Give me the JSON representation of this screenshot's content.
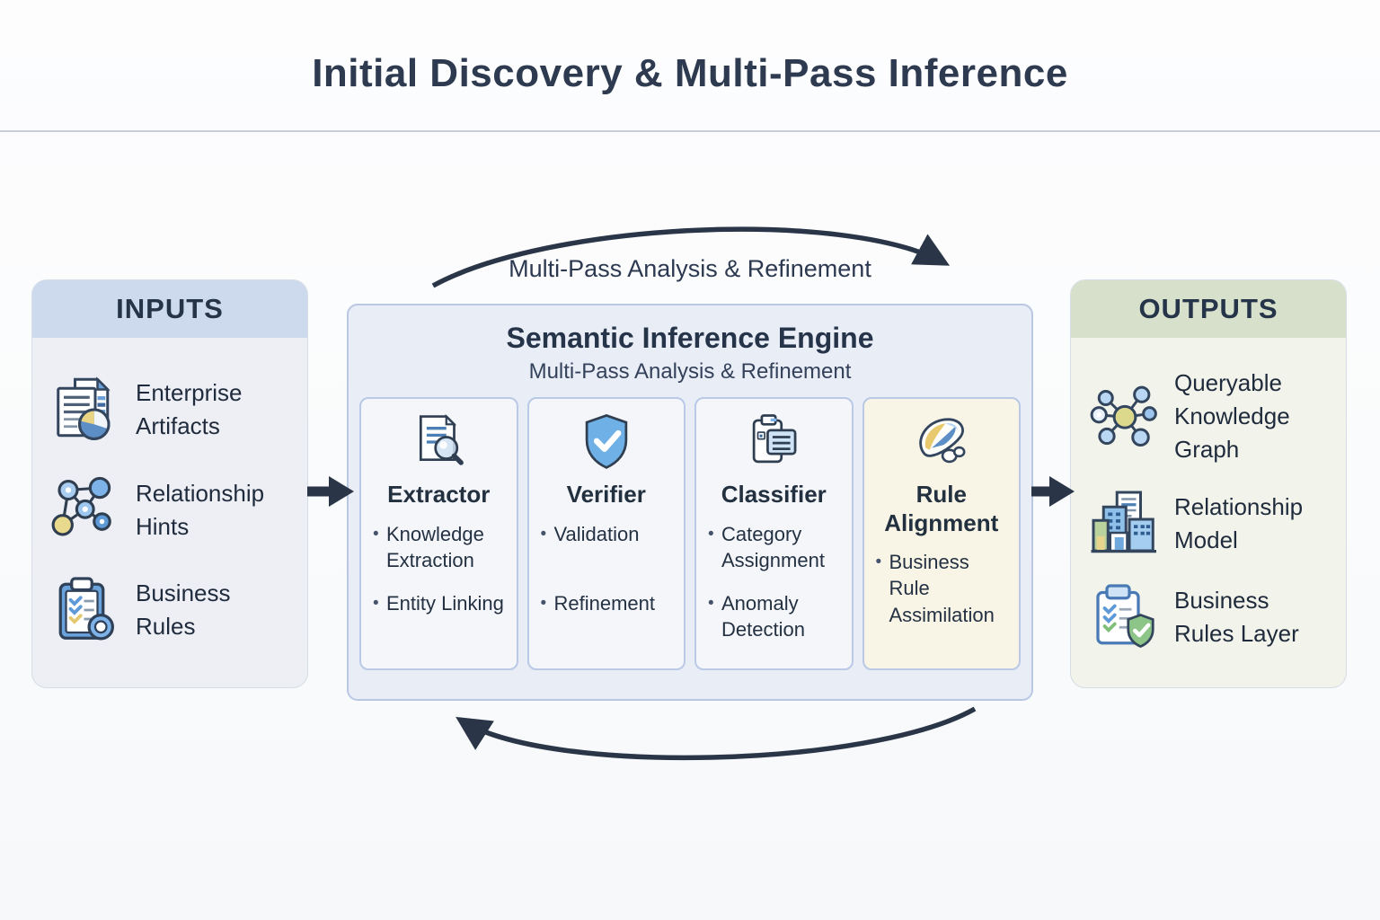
{
  "title": "Initial Discovery & Multi-Pass Inference",
  "cycle": {
    "top_label": "Multi-Pass Analysis & Refinement"
  },
  "inputs": {
    "header": "INPUTS",
    "items": [
      {
        "label": "Enterprise Artifacts",
        "icon": "documents-pie-icon"
      },
      {
        "label": "Relationship Hints",
        "icon": "network-graph-icon"
      },
      {
        "label": "Business Rules",
        "icon": "clipboard-seal-icon"
      }
    ]
  },
  "engine": {
    "title": "Semantic Inference Engine",
    "subtitle": "Multi-Pass Analysis & Refinement",
    "stages": [
      {
        "title": "Extractor",
        "icon": "document-magnifier-icon",
        "bullets": [
          "Knowledge Extraction",
          "Entity Linking"
        ]
      },
      {
        "title": "Verifier",
        "icon": "shield-check-icon",
        "bullets": [
          "Validation",
          "Refinement"
        ]
      },
      {
        "title": "Classifier",
        "icon": "clipboard-card-icon",
        "bullets": [
          "Category Assignment",
          "Anomaly Detection"
        ]
      },
      {
        "title": "Rule Alignment",
        "icon": "rule-alignment-icon",
        "bullets": [
          "Business Rule Assimilation"
        ]
      }
    ]
  },
  "outputs": {
    "header": "OUTPUTS",
    "items": [
      {
        "label": "Queryable Knowledge Graph",
        "icon": "knowledge-graph-icon"
      },
      {
        "label": "Relationship Model",
        "icon": "buildings-icon"
      },
      {
        "label": "Business Rules Layer",
        "icon": "clipboard-shield-icon"
      }
    ]
  },
  "colors": {
    "title_text": "#2d3a50",
    "arrow": "#2a3547",
    "inputs_header_bg": "#cdd9ec",
    "inputs_body_bg": "#edeff5",
    "engine_bg": "#e9edf6",
    "engine_border": "#bac8e4",
    "stage_card_bg": "#f4f6fa",
    "stage_card_border": "#b9c9e6",
    "rule_alignment_card_bg": "#f8f5e7",
    "outputs_header_bg": "#d7e0ca",
    "outputs_body_bg": "#f2f3ea"
  }
}
